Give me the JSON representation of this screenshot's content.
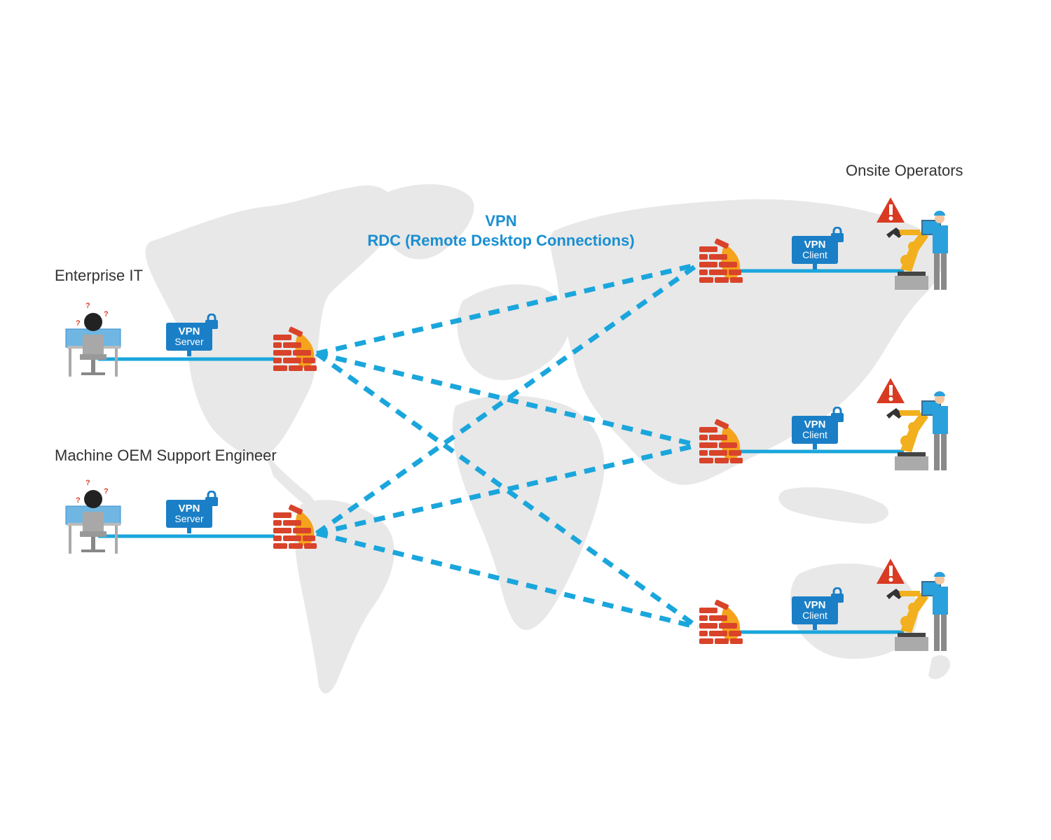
{
  "title": {
    "line1": "VPN",
    "line2": "RDC (Remote Desktop Connections)",
    "color": "#1a8fd1"
  },
  "left_nodes": [
    {
      "label": "Enterprise IT",
      "vpn_line1": "VPN",
      "vpn_line2": "Server",
      "icon": "stressed-engineer-at-workstation"
    },
    {
      "label": "Machine OEM Support Engineer",
      "vpn_line1": "VPN",
      "vpn_line2": "Server",
      "icon": "stressed-engineer-at-workstation"
    }
  ],
  "right_group_label": "Onsite Operators",
  "right_nodes": [
    {
      "vpn_line1": "VPN",
      "vpn_line2": "Client",
      "icon": "operator-with-robot-arm",
      "alert": "warning-triangle"
    },
    {
      "vpn_line1": "VPN",
      "vpn_line2": "Client",
      "icon": "operator-with-robot-arm",
      "alert": "warning-triangle"
    },
    {
      "vpn_line1": "VPN",
      "vpn_line2": "Client",
      "icon": "operator-with-robot-arm",
      "alert": "warning-triangle"
    }
  ],
  "connections": [
    {
      "from": "left-firewall-1",
      "to": "right-firewall-1"
    },
    {
      "from": "left-firewall-1",
      "to": "right-firewall-2"
    },
    {
      "from": "left-firewall-1",
      "to": "right-firewall-3"
    },
    {
      "from": "left-firewall-2",
      "to": "right-firewall-1"
    },
    {
      "from": "left-firewall-2",
      "to": "right-firewall-2"
    },
    {
      "from": "left-firewall-2",
      "to": "right-firewall-3"
    }
  ],
  "colors": {
    "link": "#1aa6dc",
    "vpn_box": "#1a7fc6",
    "map": "#e6e6e6",
    "brick": "#d8432a",
    "flame": "#f5a21c",
    "alert": "#d93a22",
    "robot": "#f2b01e",
    "operator": "#2aa0dc"
  }
}
